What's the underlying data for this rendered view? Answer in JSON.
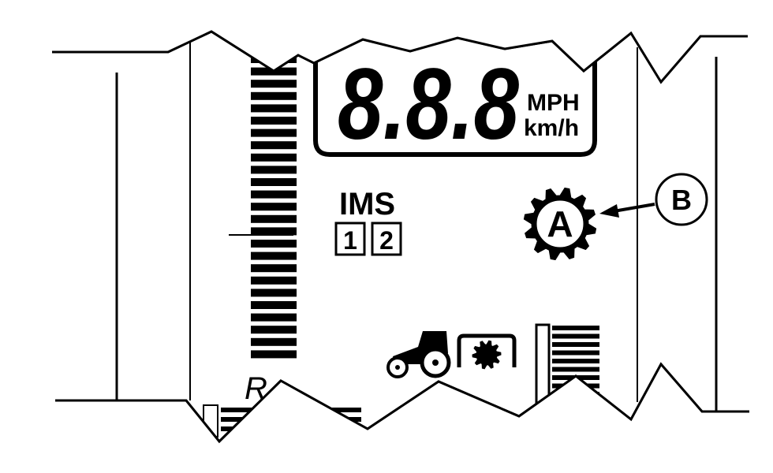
{
  "display": {
    "speed_readout": "8.8.8",
    "unit_primary": "MPH",
    "unit_secondary": "km/h"
  },
  "ims": {
    "title": "IMS",
    "box_1": "1",
    "box_2": "2"
  },
  "auto_indicator": {
    "letter": "A",
    "icon": "gear-icon"
  },
  "callout": {
    "label": "B"
  },
  "reverse_label": "R",
  "icons": [
    "tractor-icon",
    "pto-icon",
    "gear-icon",
    "arrow-icon"
  ],
  "colors": {
    "ink": "#000000",
    "background": "#ffffff"
  }
}
